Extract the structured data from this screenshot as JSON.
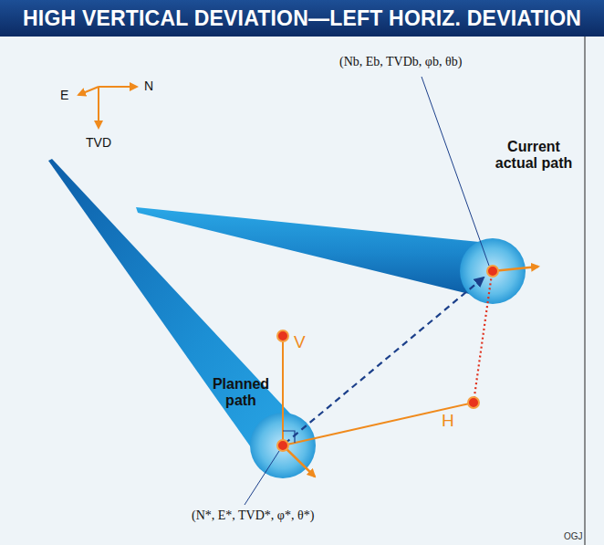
{
  "diagram": {
    "title": "HIGH VERTICAL DEVIATION—LEFT HORIZ. DEVIATION",
    "labels": [
      "E",
      "N",
      "TVD",
      "(Nb, Eb, TVDb, φb, θb)",
      "Current actual path",
      "V",
      "H",
      "Planned path",
      "(N*, E*, TVD*, φ*, θ*)",
      "OGJ"
    ]
  }
}
